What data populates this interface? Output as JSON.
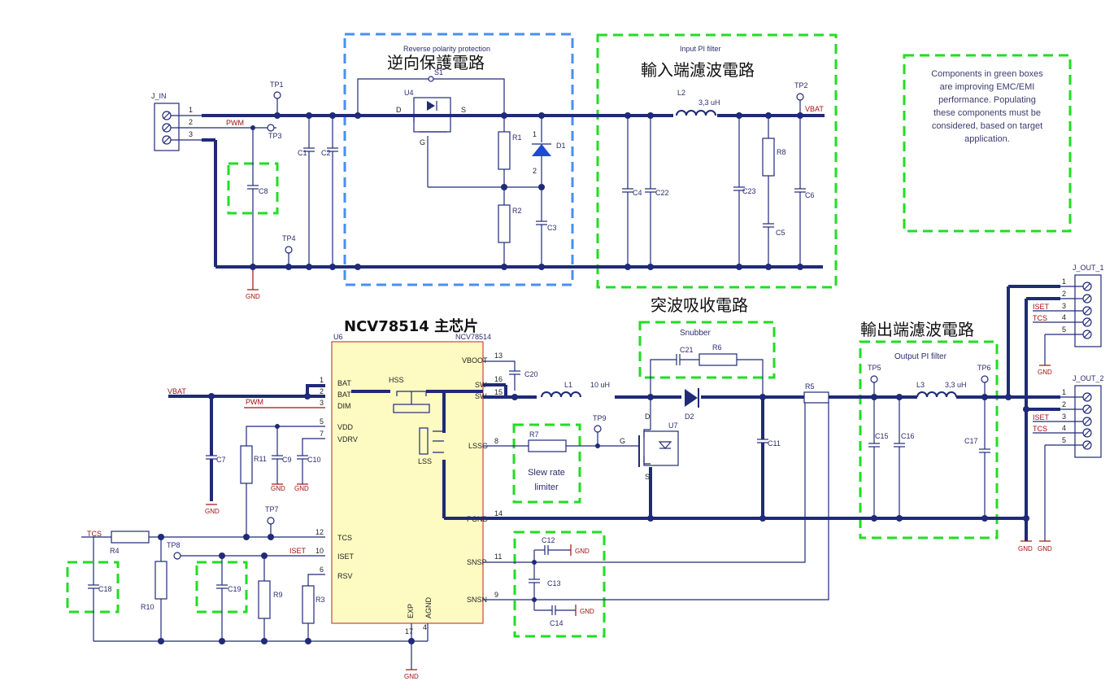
{
  "sections": {
    "reverse_protection": {
      "label_en": "Reverse polarity protection",
      "label_zh": "逆向保護電路"
    },
    "input_filter": {
      "label_en": "Input PI filter",
      "label_zh": "輸入端濾波電路"
    },
    "main_chip": {
      "label_zh": "NCV78514 主芯片"
    },
    "snubber": {
      "label_en": "Snubber",
      "label_zh": "突波吸收電路"
    },
    "output_filter": {
      "label_en": "Output PI filter",
      "label_zh": "輸出端濾波電路"
    },
    "slew_rate": {
      "line1": "Slew rate",
      "line2": "limiter"
    }
  },
  "note": {
    "lines": [
      "Components in green boxes",
      "are improving EMC/EMI",
      "performance. Populating",
      "these components must be",
      "considered, based on target",
      "application."
    ]
  },
  "connectors": {
    "j_in": {
      "name": "J_IN",
      "pins": [
        "1",
        "2",
        "3"
      ]
    },
    "j_out_1": {
      "name": "J_OUT_1",
      "pins": [
        "1",
        "2",
        "3",
        "4",
        "5"
      ]
    },
    "j_out_2": {
      "name": "J_OUT_2",
      "pins": [
        "1",
        "2",
        "3",
        "4",
        "5"
      ]
    }
  },
  "chip": {
    "ref": "U6",
    "part": "NCV78514",
    "left_pins": [
      {
        "num": "1",
        "name": "BAT"
      },
      {
        "num": "2",
        "name": "BAT"
      },
      {
        "num": "3",
        "name": "DIM"
      },
      {
        "num": "5",
        "name": "VDD"
      },
      {
        "num": "7",
        "name": "VDRV"
      },
      {
        "num": "12",
        "name": "TCS"
      },
      {
        "num": "10",
        "name": "ISET"
      },
      {
        "num": "6",
        "name": "RSV"
      }
    ],
    "right_pins": [
      {
        "num": "13",
        "name": "VBOOT"
      },
      {
        "num": "16",
        "name": "SW"
      },
      {
        "num": "15",
        "name": "SW"
      },
      {
        "num": "8",
        "name": "LSSG"
      },
      {
        "num": "14",
        "name": "PGND"
      },
      {
        "num": "11",
        "name": "SNSP"
      },
      {
        "num": "9",
        "name": "SNSN"
      }
    ],
    "bottom_pins": [
      {
        "num": "17",
        "name": "EXP"
      },
      {
        "num": "4",
        "name": "AGND"
      }
    ],
    "hss": "HSS",
    "lss": "LSS"
  },
  "parts": {
    "tp1": "TP1",
    "tp2": "TP2",
    "tp3": "TP3",
    "tp4": "TP4",
    "tp5": "TP5",
    "tp6": "TP6",
    "tp7": "TP7",
    "tp8": "TP8",
    "tp9": "TP9",
    "c1": "C1",
    "c2": "C2",
    "c3": "C3",
    "c4": "C4",
    "c5": "C5",
    "c6": "C6",
    "c7": "C7",
    "c8": "C8",
    "c9": "C9",
    "c10": "C10",
    "c11": "C11",
    "c12": "C12",
    "c13": "C13",
    "c14": "C14",
    "c15": "C15",
    "c16": "C16",
    "c17": "C17",
    "c18": "C18",
    "c19": "C19",
    "c20": "C20",
    "c21": "C21",
    "c22": "C22",
    "c23": "C23",
    "r1": "R1",
    "r2": "R2",
    "r3": "R3",
    "r4": "R4",
    "r5": "R5",
    "r6": "R6",
    "r7": "R7",
    "r8": "R8",
    "r9": "R9",
    "r10": "R10",
    "r11": "R11",
    "d1": "D1",
    "d2": "D2",
    "u4": "U4",
    "u7": "U7",
    "s1": "S1",
    "l1": "L1",
    "l1_val": "10 uH",
    "l2": "L2",
    "l2_val": "3,3 uH",
    "l3": "L3",
    "l3_val": "3,3 uH",
    "pin_d": "D",
    "pin_s": "S",
    "pin_g": "G",
    "d1_p1": "1",
    "d1_p2": "2"
  },
  "nets": {
    "pwm": "PWM",
    "vbat": "VBAT",
    "gnd": "GND",
    "tcs": "TCS",
    "iset": "ISET"
  }
}
